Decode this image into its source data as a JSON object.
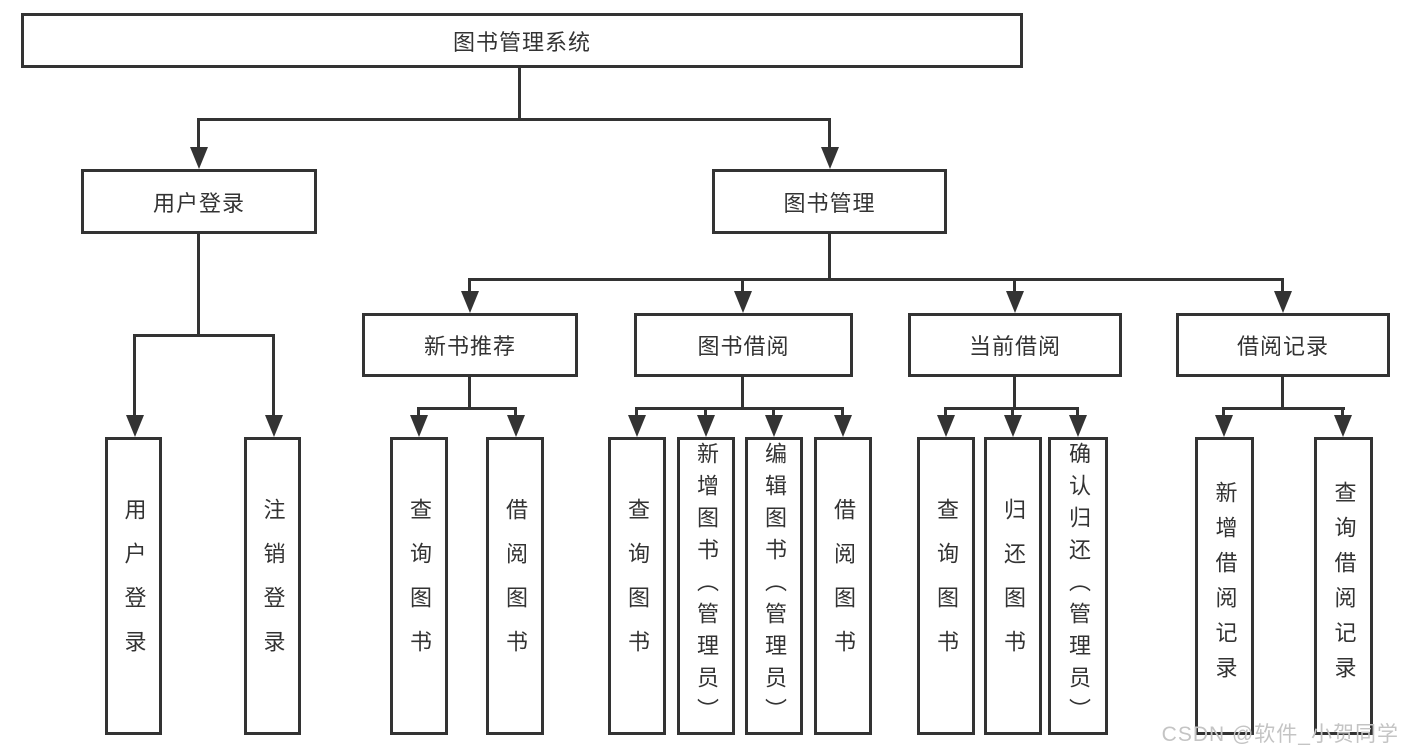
{
  "tree": {
    "root": {
      "label": "图书管理系统"
    },
    "branches": [
      {
        "label": "用户登录",
        "children": [
          {
            "label": "用户登录"
          },
          {
            "label": "注销登录"
          }
        ]
      },
      {
        "label": "图书管理",
        "children": [
          {
            "label": "新书推荐",
            "children": [
              {
                "label": "查询图书"
              },
              {
                "label": "借阅图书"
              }
            ]
          },
          {
            "label": "图书借阅",
            "children": [
              {
                "label": "查询图书"
              },
              {
                "label": "新增图书（管理员）"
              },
              {
                "label": "编辑图书（管理员）"
              },
              {
                "label": "借阅图书"
              }
            ]
          },
          {
            "label": "当前借阅",
            "children": [
              {
                "label": "查询图书"
              },
              {
                "label": "归还图书"
              },
              {
                "label": "确认归还（管理员）"
              }
            ]
          },
          {
            "label": "借阅记录",
            "children": [
              {
                "label": "新增借阅记录"
              },
              {
                "label": "查询借阅记录"
              }
            ]
          }
        ]
      }
    ]
  },
  "watermark": {
    "text": "CSDN @软件_小贺同学"
  },
  "colors": {
    "line": "#333333",
    "text": "#333333",
    "background": "#ffffff",
    "watermark": "#c4c4c4"
  }
}
